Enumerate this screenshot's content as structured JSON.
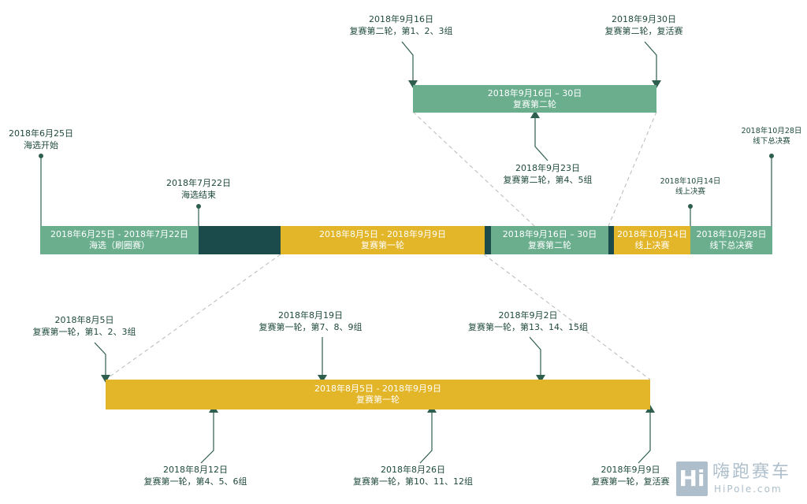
{
  "colors": {
    "green": "#6aae8d",
    "dark": "#1c4b4b",
    "gold": "#e3b528",
    "label": "#1f4a3c"
  },
  "zoom_top": {
    "label_line1": "2018年9月16日 – 30日",
    "label_line2": "复赛第二轮",
    "events": [
      {
        "date": "2018年9月16日",
        "desc": "复赛第二轮，第1、2、3组"
      },
      {
        "date": "2018年9月30日",
        "desc": "复赛第二轮，复活赛"
      },
      {
        "date": "2018年9月23日",
        "desc": "复赛第二轮，第4、5组"
      }
    ]
  },
  "main_timeline": {
    "segments": [
      {
        "line1": "2018年6月25日 - 2018年7月22日",
        "line2": "海选（刷圈赛）"
      },
      {
        "line1": "",
        "line2": ""
      },
      {
        "line1": "2018年8月5日 - 2018年9月9日",
        "line2": "复赛第一轮"
      },
      {
        "line1": "",
        "line2": ""
      },
      {
        "line1": "2018年9月16日 – 30日",
        "line2": "复赛第二轮"
      },
      {
        "line1": "",
        "line2": ""
      },
      {
        "line1": "2018年10月14日",
        "line2": "线上决赛"
      },
      {
        "line1": "2018年10月28日",
        "line2": "线下总决赛"
      }
    ],
    "events": [
      {
        "date": "2018年6月25日",
        "desc": "海选开始"
      },
      {
        "date": "2018年7月22日",
        "desc": "海选结束"
      },
      {
        "date": "2018年10月14日",
        "desc": "线上决赛"
      },
      {
        "date": "2018年10月28日",
        "desc": "线下总决赛"
      }
    ]
  },
  "zoom_bottom": {
    "label_line1": "2018年8月5日 - 2018年9月9日",
    "label_line2": "复赛第一轮",
    "events_above": [
      {
        "date": "2018年8月5日",
        "desc": "复赛第一轮，第1、2、3组"
      },
      {
        "date": "2018年8月19日",
        "desc": "复赛第一轮，第7、8、9组"
      },
      {
        "date": "2018年9月2日",
        "desc": "复赛第一轮，第13、14、15组"
      }
    ],
    "events_below": [
      {
        "date": "2018年8月12日",
        "desc": "复赛第一轮，第4、5、6组"
      },
      {
        "date": "2018年8月26日",
        "desc": "复赛第一轮，第10、11、12组"
      },
      {
        "date": "2018年9月9日",
        "desc": "复赛第一轮，复活赛"
      }
    ]
  },
  "watermark": {
    "box": "Hi",
    "cn": "嗨跑赛车",
    "en": "HiPole.com"
  }
}
